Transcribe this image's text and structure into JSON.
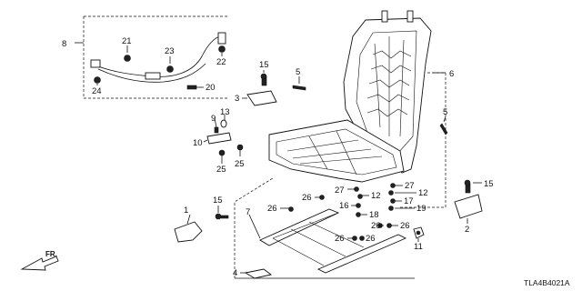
{
  "diagram": {
    "code": "TLA4B4021A",
    "direction_label": "FR.",
    "callouts": {
      "c1": "1",
      "c2": "2",
      "c3": "3",
      "c4": "4",
      "c5a": "5",
      "c5b": "5",
      "c6": "6",
      "c7": "7",
      "c8": "8",
      "c9": "9",
      "c10": "10",
      "c11": "11",
      "c12a": "12",
      "c12b": "12",
      "c13": "13",
      "c15a": "15",
      "c15b": "15",
      "c15c": "15",
      "c16": "16",
      "c17": "17",
      "c18": "18",
      "c19": "19",
      "c20": "20",
      "c21": "21",
      "c22": "22",
      "c23": "23",
      "c24": "24",
      "c25a": "25",
      "c25b": "25",
      "c26a": "26",
      "c26b": "26",
      "c26c": "26",
      "c26d": "26",
      "c26e": "26",
      "c26f": "26",
      "c27a": "27",
      "c27b": "27"
    }
  }
}
